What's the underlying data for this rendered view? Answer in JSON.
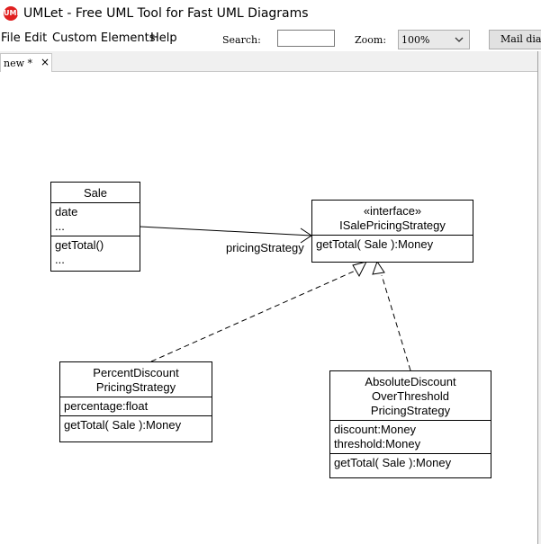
{
  "window": {
    "title": "UMLet - Free UML Tool for Fast UML Diagrams",
    "icon": "umlet-app-icon"
  },
  "menu": {
    "items": [
      "File",
      "Edit",
      "Custom Elements",
      "Help"
    ]
  },
  "toolbar": {
    "search_label": "Search:",
    "search_value": "",
    "zoom_label": "Zoom:",
    "zoom_value": "100%",
    "mail_label": "Mail diagram"
  },
  "tabs": [
    {
      "label": "new *",
      "close_icon": "close-icon"
    }
  ],
  "diagram": {
    "sale": {
      "name": "Sale",
      "attributes": [
        "date",
        "..."
      ],
      "operations": [
        "getTotal()",
        "..."
      ]
    },
    "interface": {
      "stereotype": "«interface»",
      "name": "ISalePricingStrategy",
      "operations": [
        "getTotal( Sale ):Money"
      ]
    },
    "percent": {
      "name_lines": [
        "PercentDiscount",
        "PricingStrategy"
      ],
      "attributes": [
        "percentage:float"
      ],
      "operations": [
        "getTotal( Sale ):Money"
      ]
    },
    "absolute": {
      "name_lines": [
        "AbsoluteDiscount",
        "OverThreshold",
        "PricingStrategy"
      ],
      "attributes": [
        "discount:Money",
        "threshold:Money"
      ],
      "operations": [
        "getTotal( Sale ):Money"
      ]
    },
    "association_role": "pricingStrategy"
  }
}
